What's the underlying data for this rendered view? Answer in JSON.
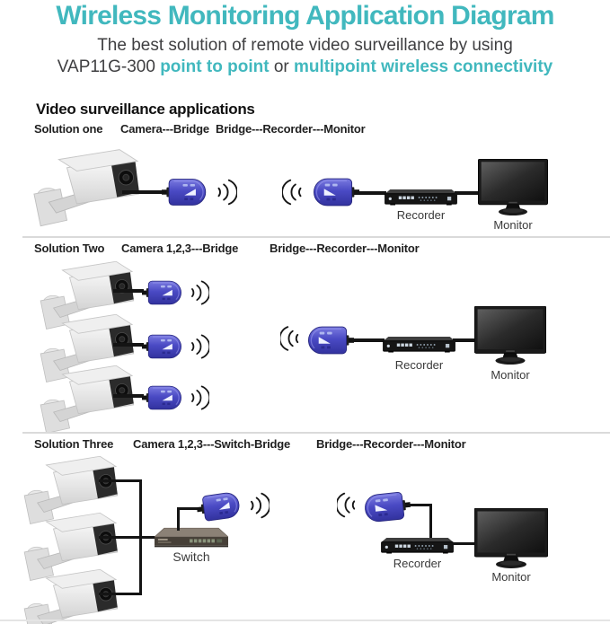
{
  "title": "Wireless Monitoring Application Diagram",
  "subtitle": {
    "line1": "The best solution of remote video surveillance by using",
    "model": "VAP11G-300",
    "highlight1": "point to point",
    "conjunction": "or",
    "highlight2": "multipoint wireless connectivity"
  },
  "section_heading": "Video surveillance applications",
  "solutions": [
    {
      "name": "Solution one",
      "topology_left": "Camera---Bridge",
      "topology_right": "Bridge---Recorder---Monitor",
      "recorder_label": "Recorder",
      "monitor_label": "Monitor"
    },
    {
      "name": "Solution Two",
      "topology_left": "Camera 1,2,3---Bridge",
      "topology_right": "Bridge---Recorder---Monitor",
      "recorder_label": "Recorder",
      "monitor_label": "Monitor"
    },
    {
      "name": "Solution Three",
      "topology_left": "Camera 1,2,3---Switch-Bridge",
      "topology_right": "Bridge---Recorder---Monitor",
      "switch_label": "Switch",
      "recorder_label": "Recorder",
      "monitor_label": "Monitor"
    }
  ],
  "colors": {
    "accent_teal": "#41b8be",
    "bridge_blue": "#4a4ac4",
    "text_dark": "#3f3f41"
  }
}
